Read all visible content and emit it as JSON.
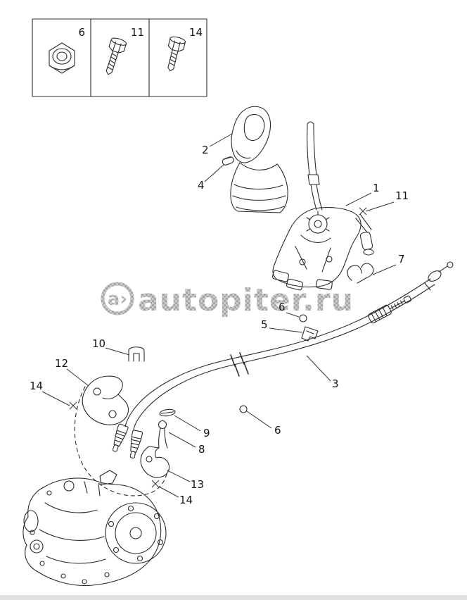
{
  "legend": {
    "cells": [
      {
        "label": "6",
        "icon": "flange-nut-icon"
      },
      {
        "label": "11",
        "icon": "hex-bolt-icon"
      },
      {
        "label": "14",
        "icon": "hex-bolt-icon"
      }
    ]
  },
  "watermark": {
    "logo": "a›",
    "text": "autopiter.ru",
    "color": "#9d9d9d"
  },
  "callouts": [
    "2",
    "4",
    "1",
    "11",
    "7",
    "6",
    "5",
    "3",
    "10",
    "12",
    "14",
    "9",
    "8",
    "6",
    "13",
    "14"
  ]
}
